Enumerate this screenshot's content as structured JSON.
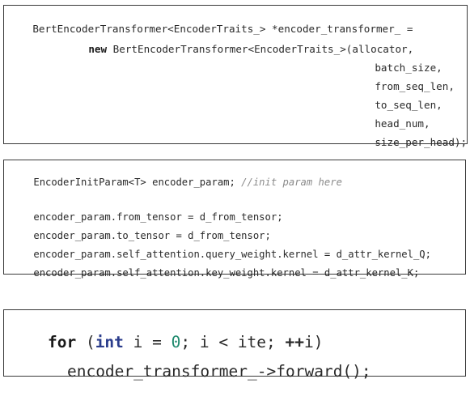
{
  "box1": {
    "line1": "BertEncoderTransformer<EncoderTraits_> *encoder_transformer_ =",
    "line2_kw": "new",
    "line2_rest": " BertEncoderTransformer<EncoderTraits_>(allocator,",
    "line3": "batch_size,",
    "line4": "from_seq_len,",
    "line5": "to_seq_len,",
    "line6": "head_num,",
    "line7": "size_per_head);"
  },
  "box2": {
    "line1_code": "EncoderInitParam<T> encoder_param; ",
    "line1_comment": "//init param here",
    "line2": "encoder_param.from_tensor = d_from_tensor;",
    "line3": "encoder_param.to_tensor = d_from_tensor;",
    "line4": "encoder_param.self_attention.query_weight.kernel = d_attr_kernel_Q;",
    "line5": "encoder_param.self_attention.key_weight.kernel = d_attr_kernel_K;"
  },
  "box3": {
    "for_kw": "for",
    "paren_open": " (",
    "int_kw": "int",
    "decl": " i = ",
    "zero": "0",
    "cond": "; i < ite; ",
    "incr": "++",
    "tail": "i)",
    "line2": "encoder_transformer_->forward();"
  }
}
